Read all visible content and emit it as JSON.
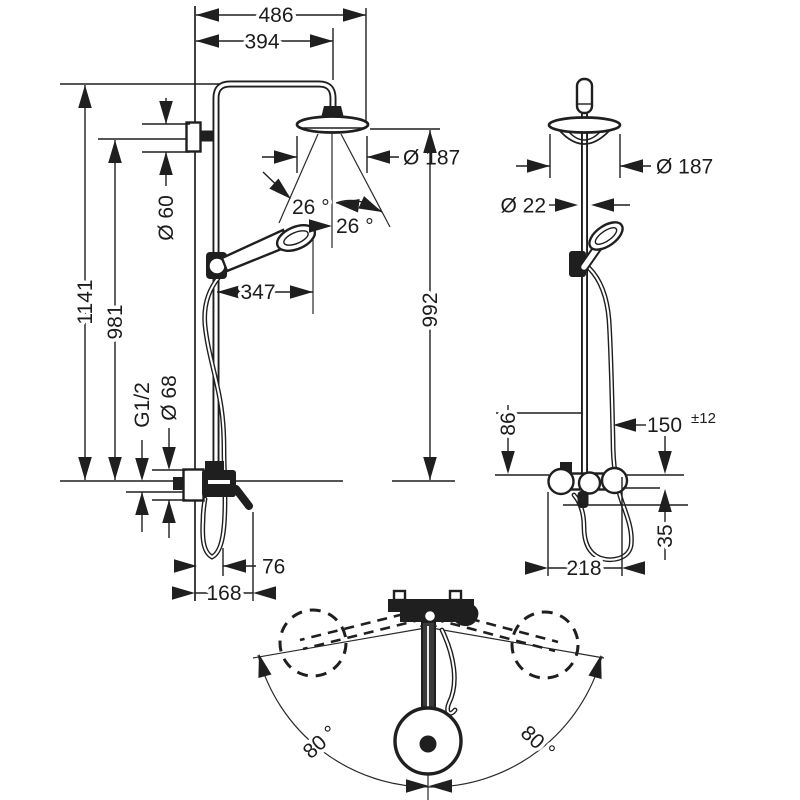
{
  "drawing": {
    "type": "shower-system-technical-drawing",
    "line_color": "#1f1f1f",
    "background": "#ffffff"
  },
  "dimensions": {
    "front": {
      "overall_projection": "486",
      "arm_projection": "394",
      "total_height": "1141",
      "upper_bracket_height": "981",
      "bracket_escutcheon_diameter": "Ø 60",
      "overhead_diameter": "Ø 187",
      "spray_angle_left": "26 °",
      "spray_angle_right": "26 °",
      "handshower_projection": "347",
      "supply_thread": "G1/2",
      "mixer_escutcheon_diameter": "Ø 68",
      "hose_loop_offset": "76",
      "handle_projection": "168",
      "overhead_height_above_mixer": "992"
    },
    "side": {
      "overhead_diameter": "Ø 187",
      "riser_pipe_diameter": "Ø 22",
      "holder_height_above_mixer": "86",
      "supply_centre_distance": "150",
      "supply_centre_tolerance": "±12",
      "lower_port_offset": "35",
      "overall_depth": "218"
    },
    "top": {
      "swivel_angle_left": "80 °",
      "swivel_angle_right": "80 °"
    }
  }
}
